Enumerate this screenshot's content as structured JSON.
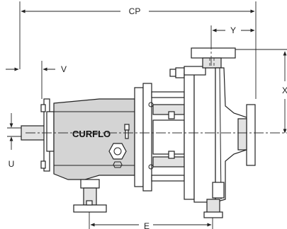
{
  "labels": {
    "cp": "CP",
    "y": "Y",
    "v": "V",
    "x": "X",
    "u": "U",
    "e": "E",
    "brand": "CURFLO"
  }
}
